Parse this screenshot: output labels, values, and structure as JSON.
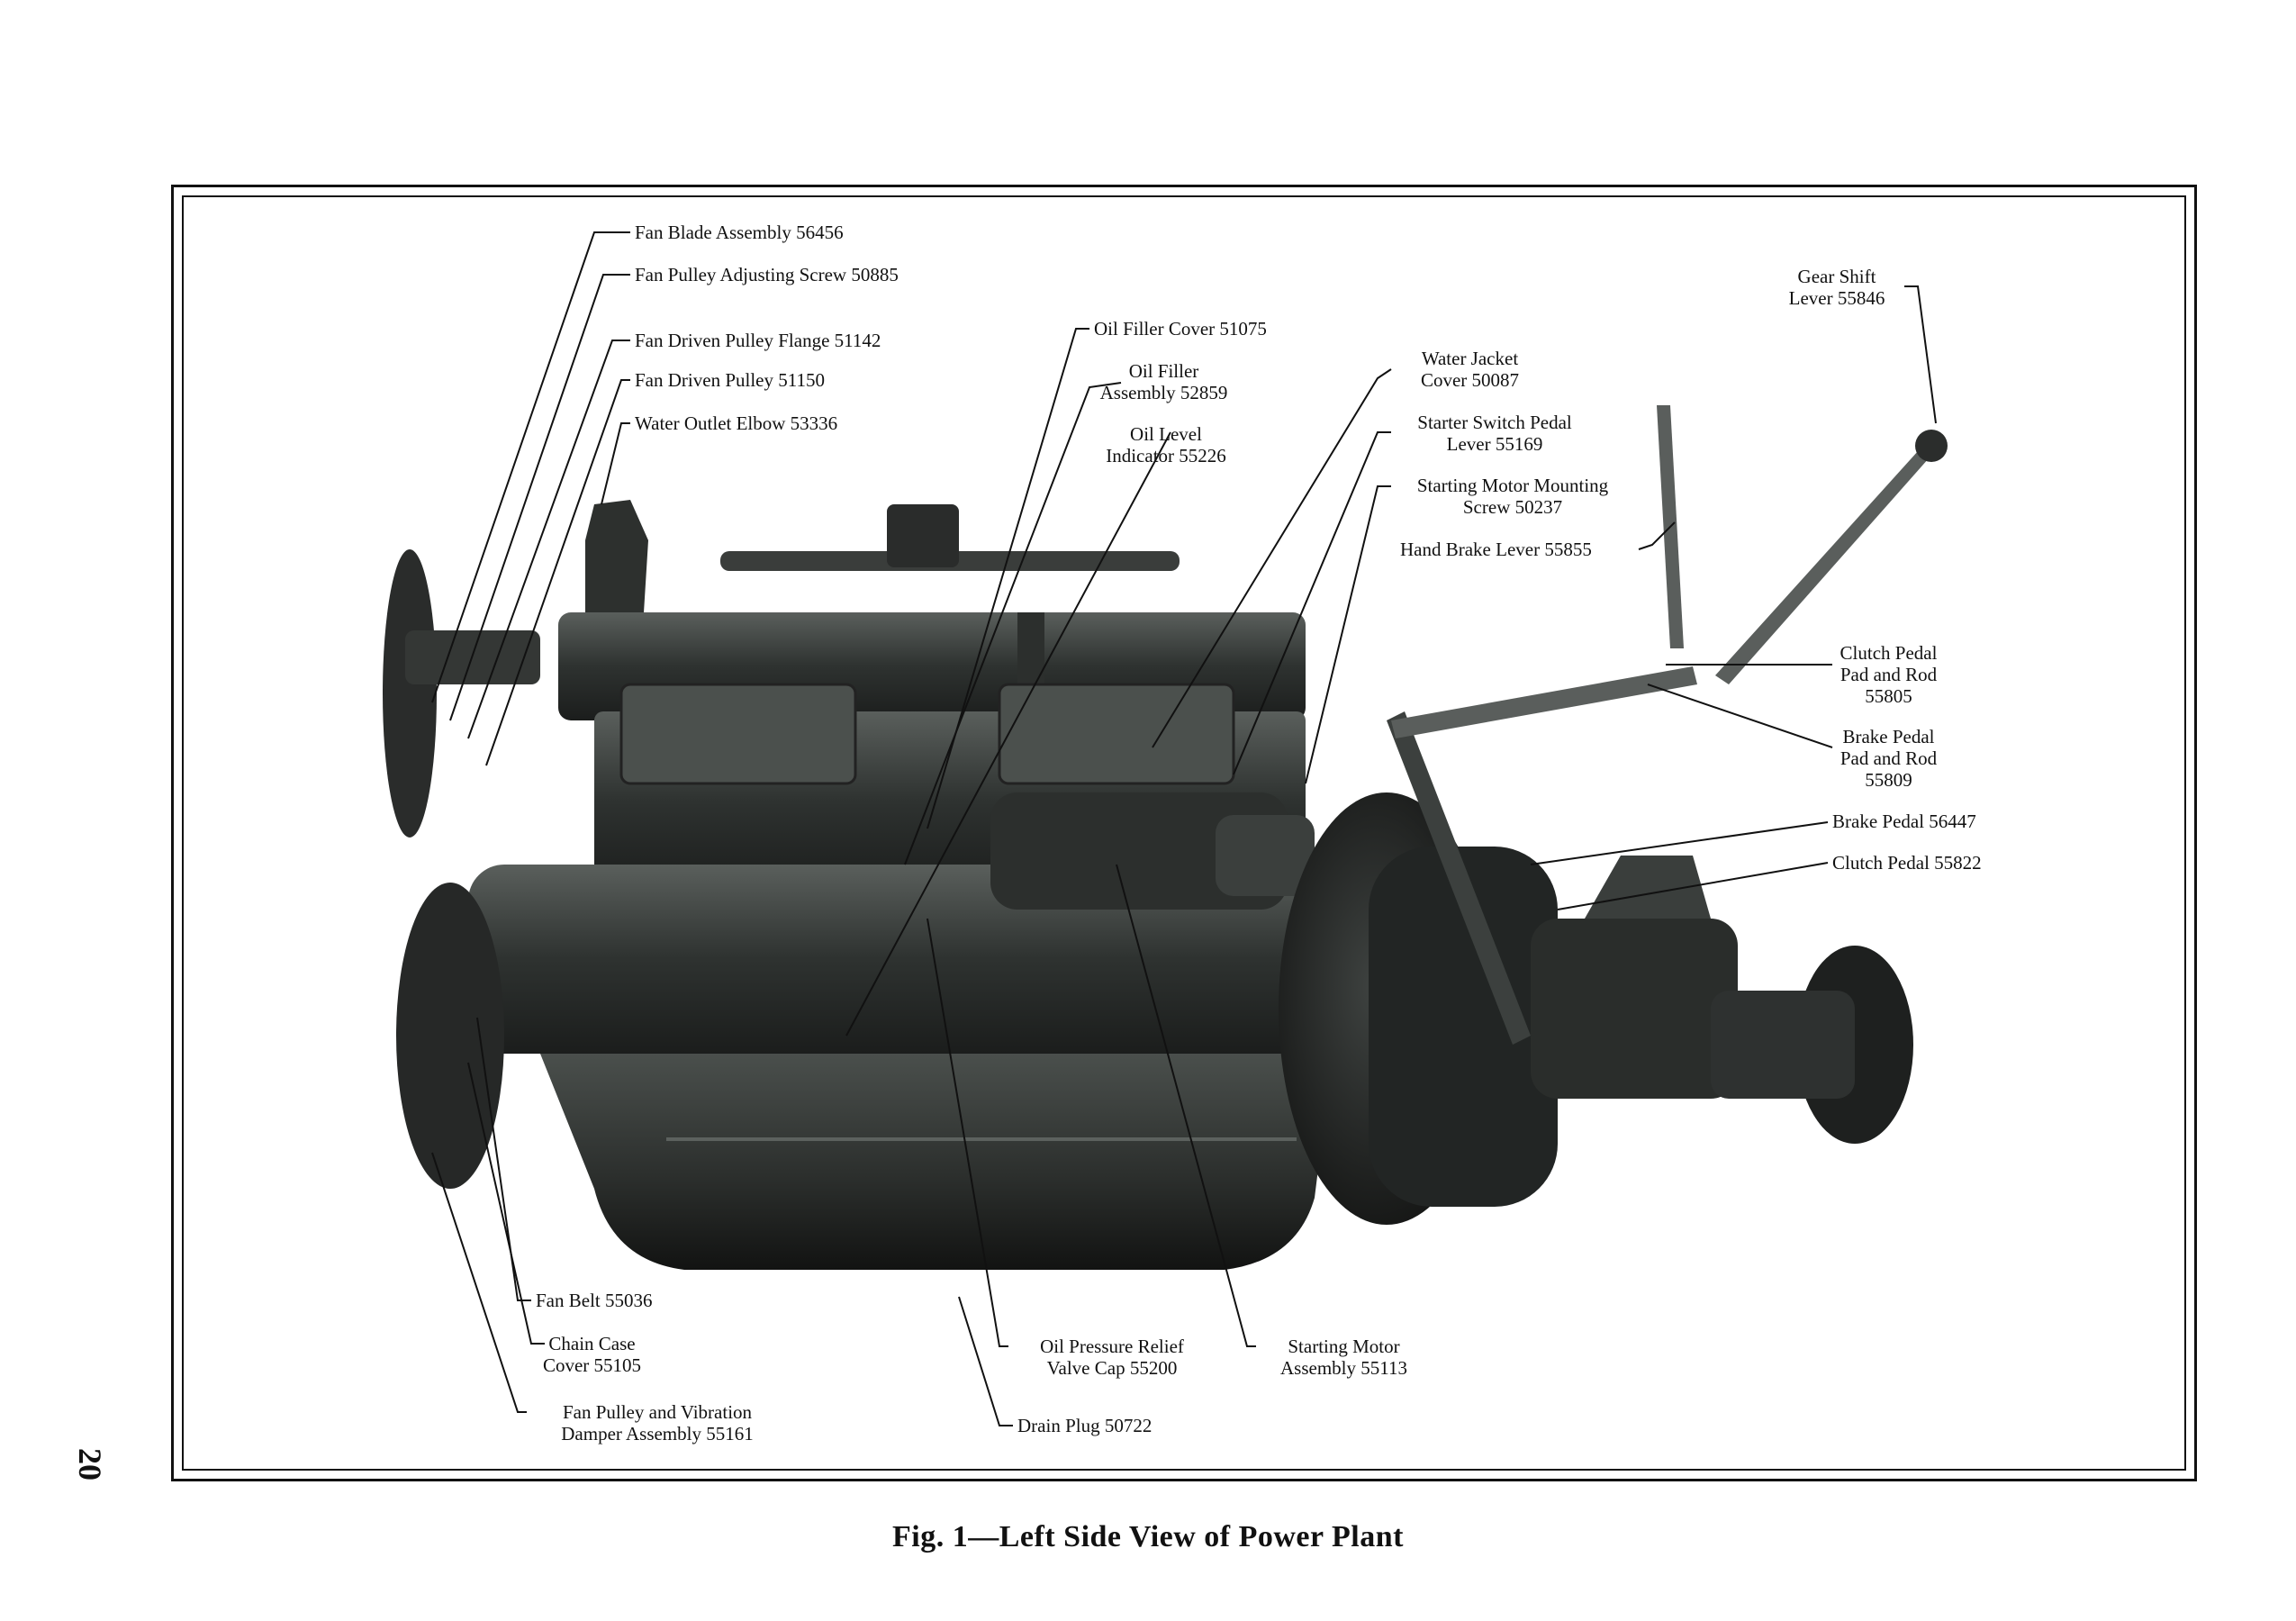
{
  "page_number": "20",
  "figure": {
    "caption": "Fig. 1—Left Side View of Power Plant",
    "image_description_icon": "engine-photo-icon"
  },
  "labels": {
    "fan_blade": "Fan Blade Assembly 56456",
    "fan_pulley_screw": "Fan Pulley Adjusting Screw 50885",
    "fan_driven_flange": "Fan Driven Pulley Flange 51142",
    "fan_driven_pulley": "Fan Driven Pulley 51150",
    "water_outlet": "Water Outlet Elbow 53336",
    "oil_filler_cover": "Oil Filler Cover 51075",
    "oil_filler_assembly_1": "Oil Filler",
    "oil_filler_assembly_2": "Assembly 52859",
    "oil_level_1": "Oil Level",
    "oil_level_2": "Indicator 55226",
    "water_jacket_1": "Water Jacket",
    "water_jacket_2": "Cover 50087",
    "starter_pedal_1": "Starter Switch Pedal",
    "starter_pedal_2": "Lever 55169",
    "starting_screw_1": "Starting Motor Mounting",
    "starting_screw_2": "Screw 50237",
    "hand_brake": "Hand Brake Lever 55855",
    "gear_shift_1": "Gear Shift",
    "gear_shift_2": "Lever 55846",
    "clutch_pad_1": "Clutch Pedal",
    "clutch_pad_2": "Pad and Rod",
    "clutch_pad_3": "55805",
    "brake_pad_1": "Brake  Pedal",
    "brake_pad_2": "Pad and Rod",
    "brake_pad_3": "55809",
    "brake_pedal": "Brake Pedal 56447",
    "clutch_pedal": "Clutch Pedal 55822",
    "fan_belt": "Fan Belt 55036",
    "chain_case_1": "Chain Case",
    "chain_case_2": "Cover 55105",
    "fan_pulley_damper_1": "Fan Pulley and Vibration",
    "fan_pulley_damper_2": "Damper Assembly 55161",
    "oil_relief_1": "Oil Pressure Relief",
    "oil_relief_2": "Valve Cap 55200",
    "drain_plug": "Drain Plug 50722",
    "starting_motor_1": "Starting Motor",
    "starting_motor_2": "Assembly 55113"
  }
}
